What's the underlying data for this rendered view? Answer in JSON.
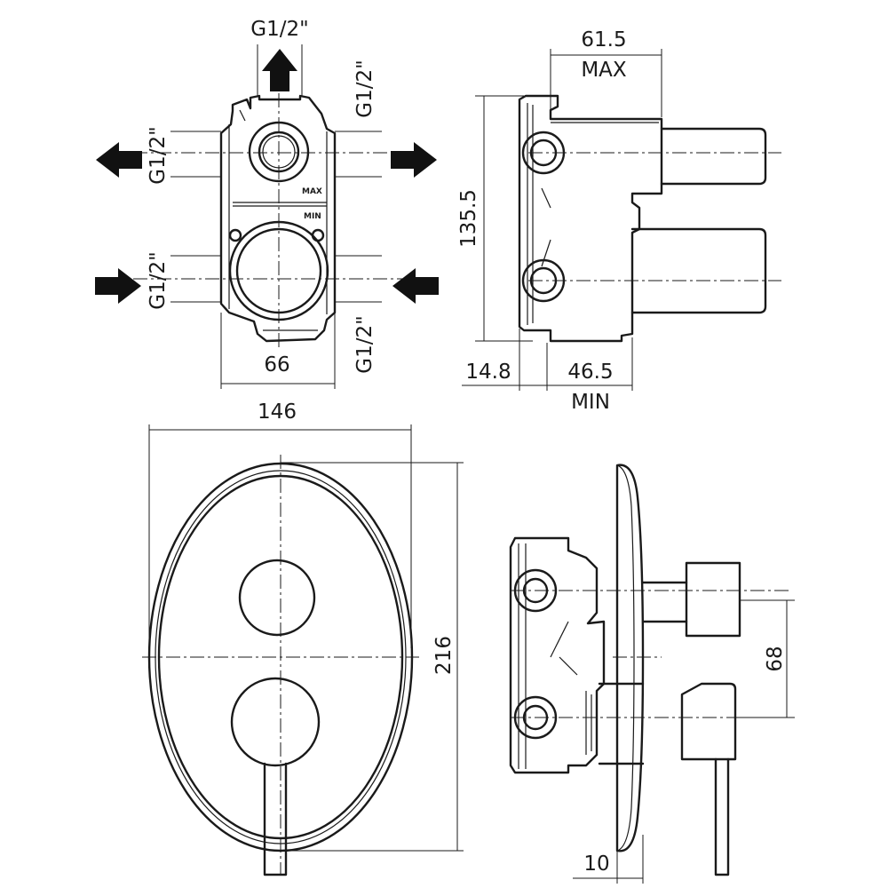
{
  "labels": {
    "inlet_top": "G1/2\"",
    "right_top": "G1/2\"",
    "left_upper": "G1/2\"",
    "left_lower": "G1/2\"",
    "right_bottom": "G1/2\"",
    "width_66": "66",
    "depth_61_5": "61.5",
    "max": "MAX",
    "height_135_5": "135.5",
    "depth_14_8": "14.8",
    "depth_46_5": "46.5",
    "min": "MIN",
    "plate_width": "146",
    "plate_height": "216",
    "handle_spacing": "68",
    "plate_depth": "10",
    "body_max": "MAX",
    "body_min": "MIN"
  }
}
